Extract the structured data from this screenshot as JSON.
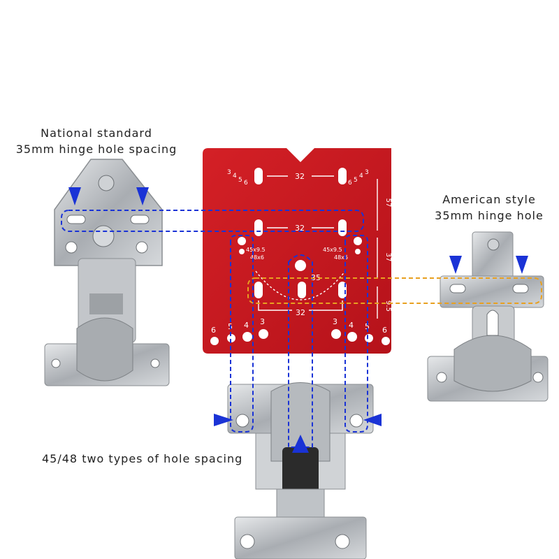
{
  "captions": {
    "national_line1": "National standard",
    "national_line2": "35mm hinge hole spacing",
    "american_line1": "American style",
    "american_line2": "35mm hinge hole",
    "spacing": "45/48 two types of hole spacing"
  },
  "template": {
    "color": "#c8181e",
    "row_labels": [
      "32",
      "32",
      "32"
    ],
    "side_dims": [
      "57",
      "37",
      "9.5"
    ],
    "center_label": "35",
    "offset_labels": [
      "45x9.5",
      "48x6",
      "45x9.5",
      "48x6"
    ],
    "scale_left": [
      "3",
      "4",
      "5",
      "6"
    ],
    "scale_right": [
      "6",
      "5",
      "4",
      "3"
    ],
    "bottom_left": [
      "6",
      "5",
      "4",
      "3"
    ],
    "bottom_right": [
      "3",
      "4",
      "5",
      "6"
    ]
  },
  "colors": {
    "blue_marker": "#1a33d6",
    "orange_marker": "#e8a020",
    "steel": "#b8bcc0"
  }
}
